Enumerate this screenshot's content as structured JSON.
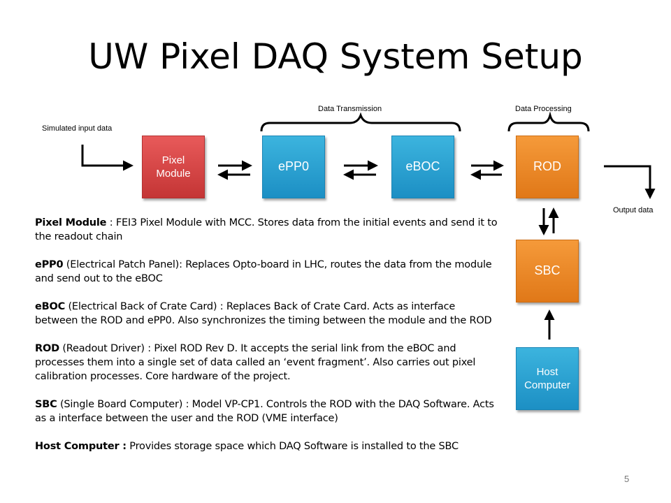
{
  "title": "UW Pixel DAQ System Setup",
  "labels": {
    "data_transmission": "Data Transmission",
    "data_processing": "Data Processing",
    "simulated_input": "Simulated input data",
    "output_data": "Output data"
  },
  "boxes": {
    "pixel_module": "Pixel Module",
    "epp0": "ePP0",
    "eboc": "eBOC",
    "rod": "ROD",
    "sbc": "SBC",
    "host_computer": "Host Computer"
  },
  "colors": {
    "red": "#d64545",
    "blue": "#27a1d2",
    "orange": "#ec8a2a"
  },
  "descriptions": [
    {
      "term": "Pixel Module",
      "rest": " : FEI3 Pixel Module with MCC. Stores data from the initial events and send it to the readout chain"
    },
    {
      "term": "ePP0",
      "rest": " (Electrical Patch Panel): Replaces Opto-board in LHC, routes the data from the module and send out to the eBOC"
    },
    {
      "term": "eBOC",
      "rest": " (Electrical Back of Crate Card) : Replaces Back of Crate Card. Acts as interface between the ROD and ePP0. Also synchronizes the timing between the module and the ROD"
    },
    {
      "term": "ROD",
      "rest": " (Readout Driver) : Pixel ROD Rev D. It accepts the serial link from the eBOC and processes them into a single set of data called an ‘event fragment’. Also carries out pixel calibration processes. Core hardware of the project."
    },
    {
      "term": "SBC",
      "rest": " (Single Board Computer) :  Model VP-CP1. Controls the ROD with the DAQ Software. Acts as a interface between the user and the ROD (VME interface)"
    },
    {
      "term": "Host Computer :",
      "rest": " Provides storage space which DAQ Software is installed to the SBC"
    }
  ],
  "page_number": "5"
}
